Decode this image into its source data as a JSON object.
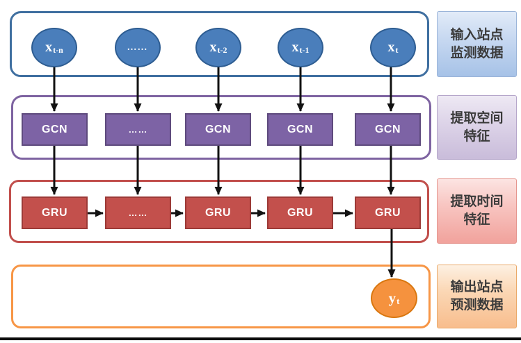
{
  "diagram": {
    "input_nodes": [
      {
        "base": "x",
        "sub": "t-n"
      },
      {
        "base": "……",
        "sub": ""
      },
      {
        "base": "x",
        "sub": "t-2"
      },
      {
        "base": "x",
        "sub": "t-1"
      },
      {
        "base": "x",
        "sub": "t"
      }
    ],
    "gcn_nodes": [
      {
        "label": "GCN"
      },
      {
        "label": "……"
      },
      {
        "label": "GCN"
      },
      {
        "label": "GCN"
      },
      {
        "label": "GCN"
      }
    ],
    "gru_nodes": [
      {
        "label": "GRU"
      },
      {
        "label": "……"
      },
      {
        "label": "GRU"
      },
      {
        "label": "GRU"
      },
      {
        "label": "GRU"
      }
    ],
    "output_node": {
      "base": "y",
      "sub": "t"
    },
    "side_labels": [
      {
        "lines": [
          "输入站点",
          "监测数据"
        ]
      },
      {
        "lines": [
          "提取空间",
          "特征"
        ]
      },
      {
        "lines": [
          "提取时间",
          "特征"
        ]
      },
      {
        "lines": [
          "输出站点",
          "预测数据"
        ]
      }
    ],
    "colors": {
      "input_node_fill": "#4A7EBB",
      "input_container_border": "#3F6FA0",
      "gcn_fill": "#7D63A5",
      "gcn_container_border": "#7E63A1",
      "gru_fill": "#C3504C",
      "gru_container_border": "#C14F4C",
      "output_fill": "#F5923E",
      "output_container_border": "#F79646",
      "side_label_text": "#3B3B3B",
      "arrow": "#121212"
    }
  }
}
